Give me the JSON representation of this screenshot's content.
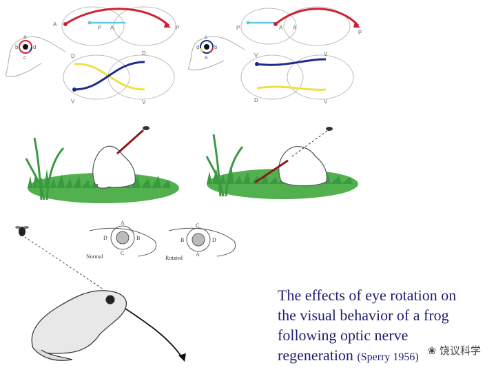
{
  "caption": {
    "line1": "The effects of eye rotation on",
    "line2": "the visual behavior of a frog",
    "line3": "following optic nerve",
    "line4": "regeneration",
    "citation": "(Sperry 1956)"
  },
  "watermark": "饶议科学",
  "top_left": {
    "eye_labels": {
      "top": "a",
      "left": "b",
      "right": "d",
      "bottom": "c"
    },
    "ap_labels": {
      "outer_left": "A",
      "inner_left": "P",
      "inner_right": "A",
      "outer_right": "P"
    },
    "dv_labels": {
      "top_left": "D",
      "top_right": "D",
      "bottom_left": "V",
      "bottom_right": "V"
    }
  },
  "top_right": {
    "eye_labels": {
      "top": "c",
      "left": "d",
      "right": "b",
      "bottom": "a"
    },
    "ap_labels": {
      "outer_left": "P",
      "inner_left": "A",
      "inner_right": "A",
      "outer_right": "P"
    },
    "dv_labels": {
      "top_left": "V",
      "top_right": "V",
      "bottom_left": "D",
      "bottom_right": "V"
    }
  },
  "eye_diagrams": {
    "normal": {
      "label": "Normal",
      "top": "A",
      "left": "D",
      "right": "B",
      "bottom": "C"
    },
    "rotated": {
      "label": "Rotated",
      "top": "C",
      "left": "B",
      "right": "D",
      "bottom": "A"
    }
  },
  "colors": {
    "red": "#d02030",
    "cyan": "#60c8e0",
    "yellow": "#f0e040",
    "navy": "#1c2a8c",
    "grass": "#3a9a40",
    "caption": "#1d1d6e"
  }
}
